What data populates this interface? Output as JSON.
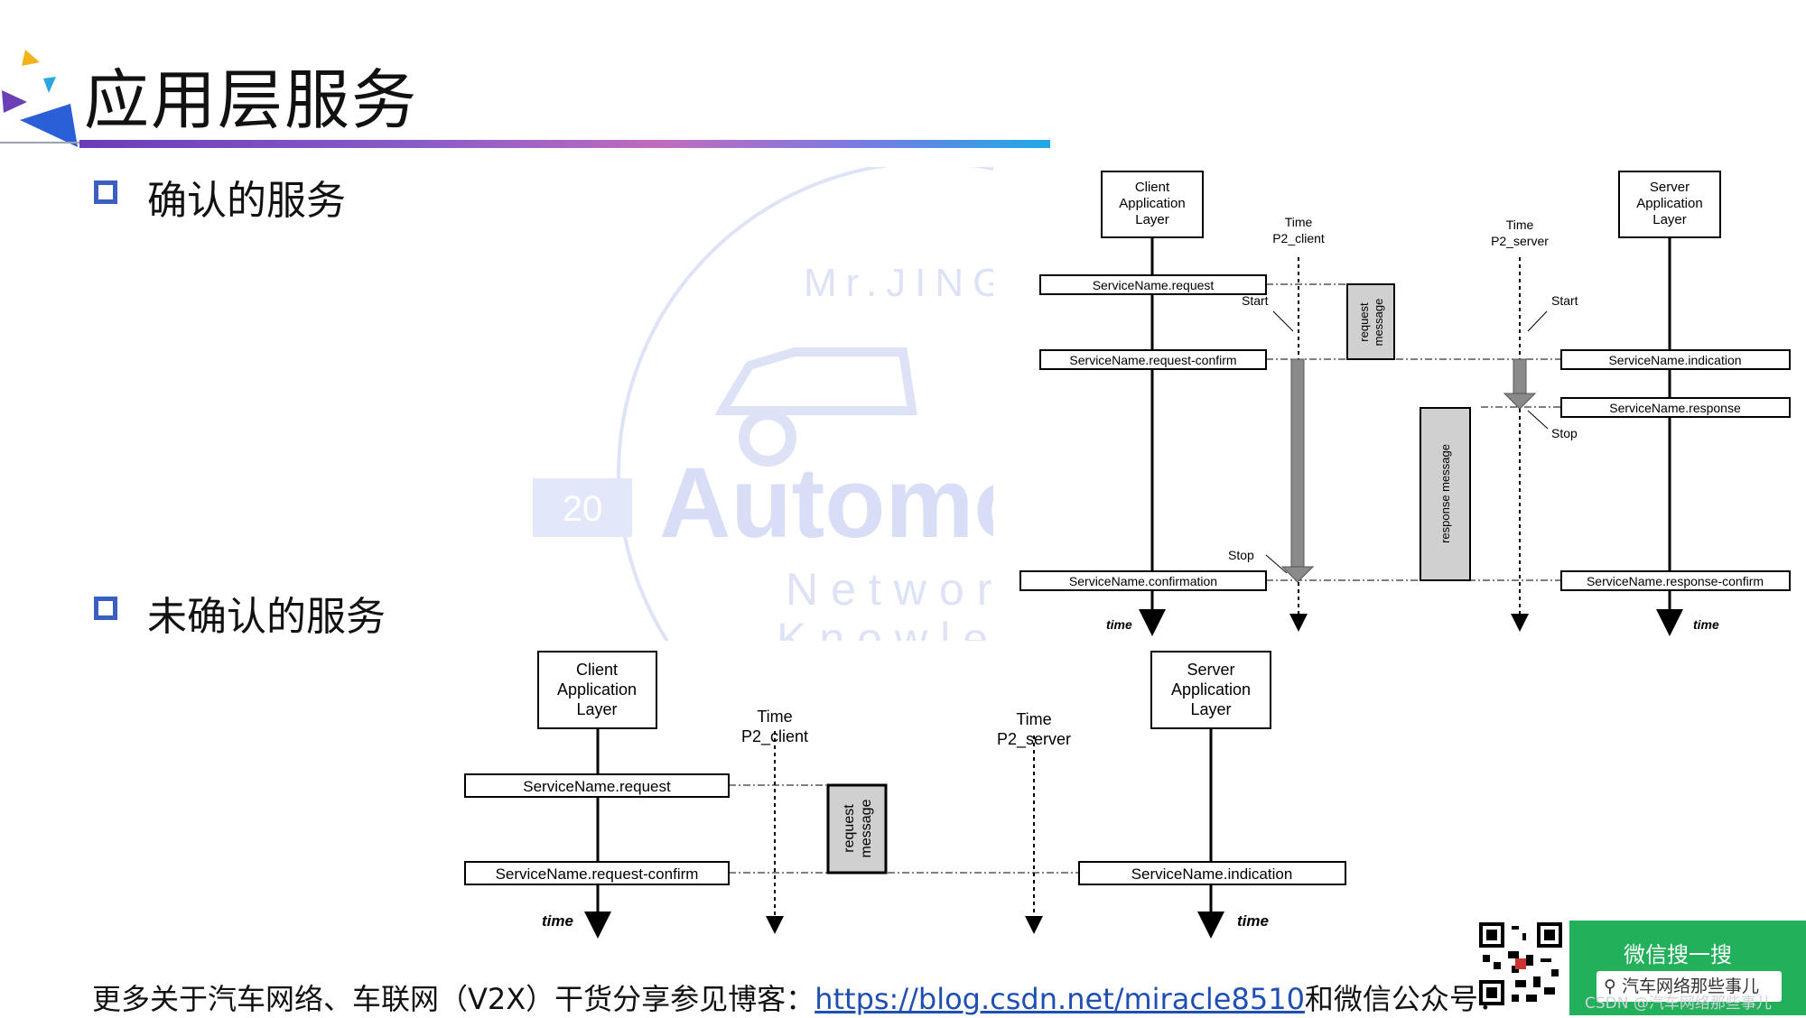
{
  "title": "应用层服务",
  "sections": {
    "confirmed": "确认的服务",
    "unconfirmed": "未确认的服务"
  },
  "watermark": {
    "number": "20",
    "brand": "Automo",
    "line1": "Mr.JING",
    "line2": "Networ",
    "line3": "Knowle"
  },
  "confirmed_diagram": {
    "client_box": [
      "Client",
      "Application",
      "Layer"
    ],
    "server_box": [
      "Server",
      "Application",
      "Layer"
    ],
    "time_client": [
      "Time",
      "P2_client"
    ],
    "time_server": [
      "Time",
      "P2_server"
    ],
    "left_primitives": [
      "ServiceName.request",
      "ServiceName.request-confirm",
      "ServiceName.confirmation"
    ],
    "right_primitives": [
      "ServiceName.indication",
      "ServiceName.response",
      "ServiceName.response-confirm"
    ],
    "request_message": [
      "request",
      "message"
    ],
    "response_message": "response message",
    "start": "Start",
    "stop": "Stop",
    "time_label": "time"
  },
  "unconfirmed_diagram": {
    "client_box": [
      "Client",
      "Application",
      "Layer"
    ],
    "server_box": [
      "Server",
      "Application",
      "Layer"
    ],
    "time_client": [
      "Time",
      "P2_client"
    ],
    "time_server": [
      "Time",
      "P2_server"
    ],
    "left_primitives": [
      "ServiceName.request",
      "ServiceName.request-confirm"
    ],
    "right_primitives": [
      "ServiceName.indication"
    ],
    "request_message": [
      "request",
      "message"
    ],
    "time_label": "time"
  },
  "footer": {
    "prefix": "更多关于汽车网络、车联网（V2X）干货分享参见博客：",
    "link": "https://blog.csdn.net/miracle8510",
    "suffix": "和微信公众号："
  },
  "wechat": {
    "button": "微信搜一搜",
    "search": "汽车网络那些事儿"
  },
  "csdn_mark": "CSDN @汽车网络那些事儿",
  "colors": {
    "accent_blue": "#3a5fbf",
    "link_blue": "#1f4fb3",
    "wechat_green": "#22b05a",
    "watermark": "#d9def7"
  }
}
